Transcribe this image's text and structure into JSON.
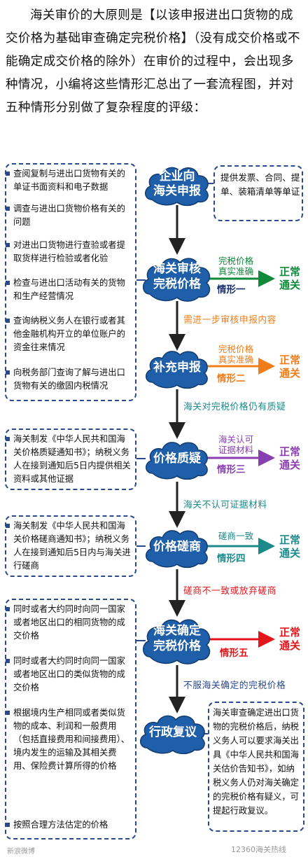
{
  "intro": {
    "part1": "海关审价的大原则是",
    "bracket": "【以该申报进出口货物的成交价格为基础审查确定完税价格】",
    "part2": "（没有成交价格或不能确定成交价格的除外）在审价的过程中，会出现多种情况，小编将这些情形汇总出了一套流程图，并对五种情形分别做了复杂程度的评级："
  },
  "nodes": {
    "n1": "企业向海关申报",
    "n2": "海关审核完税价格",
    "n3": "补充申报",
    "n4": "价格质疑",
    "n5": "价格磋商",
    "n6": "海关确定完税价格",
    "n7": "行政复议"
  },
  "node_lines": {
    "n1": [
      "企业向",
      "海关申报"
    ],
    "n2": [
      "海关审核",
      "完税价格"
    ],
    "n3": [
      "补充申报"
    ],
    "n4": [
      "价格质疑"
    ],
    "n5": [
      "价格磋商"
    ],
    "n6": [
      "海关确定",
      "完税价格"
    ],
    "n7": [
      "行政复议"
    ]
  },
  "left_box_1": [
    "查阅复制与进出口货物有关的单证书面资料和电子数据",
    "调查与进出口货物价格有关的问题",
    "对进出口货物进行查验或者提取货样进行检验或者化验",
    "检查与进出口活动有关的货物和生产经营情况",
    "查询纳税义务人在银行或者其他金融机构开立的单位账户的资金往来情况",
    "向税务部门查询了解与进出口货物有关的缴固内税情况"
  ],
  "left_box_2": "海关制发《中华人民共和国海关价格质疑通知书》；纳税义务人在接到通知后5日内提供相关资料或其他证据",
  "left_box_3": "海关制发《中华人民共和国海关价格磋商通知书》；纳税义务人在接到通知后5日内与海关进行磋商",
  "left_box_4": [
    "同时或者大约同时向同一国家或者地区出口的相同货物的成交价格",
    "同时或者大约同时向同一国家或者地区出口的类似货物的成交价格",
    "根据境内生产相同或者类似货物的成本、利润和一般费用（包括直接费用和间接费用）、境内发生的运输及其相关费用、保险费计算所得的价格",
    "按照合理方法估定的价格"
  ],
  "right_box_1": "提供发票、合同、提单、装箱清单等单证",
  "right_box_2": "海关审查确定进出口货物的完税价格后，纳税义务人可以要求海关出具《中华人民共和国海关估价告知书》，如纳税义务人仍对海关确定的完税价格有疑义，可提起行政复议。",
  "cases": [
    {
      "cond": [
        "完税价格",
        "真实准确"
      ],
      "label": "情形一",
      "outcome": [
        "正常",
        "通关"
      ],
      "color": "#0f8a3a"
    },
    {
      "cond": [
        "完税价格",
        "真实准确"
      ],
      "label": "情形二",
      "outcome": [
        "正常",
        "通关"
      ],
      "color": "#f07d1a"
    },
    {
      "cond": [
        "海关认可",
        "证据材料"
      ],
      "label": "情形三",
      "outcome": [
        "正常",
        "通关"
      ],
      "color": "#8a3fb0"
    },
    {
      "cond": [
        "磋商一致"
      ],
      "label": "情形四",
      "outcome": [
        "正常",
        "通关"
      ],
      "color": "#1c8a8a"
    },
    {
      "cond": [],
      "label": "情形五",
      "outcome": [
        "正常",
        "通关"
      ],
      "color": "#e2151b"
    }
  ],
  "transitions": {
    "t1": "需进一步审核申报内容",
    "t2": "海关对完税价格仍有质疑",
    "t3": "海关不认可证据材料",
    "t4": "磋商不一致或放弃磋商",
    "t5": "不服海关确定的完税价格"
  },
  "watermarks": {
    "bottom_left": "新浪微博",
    "bottom_right": "12360海关热线"
  },
  "colors": {
    "node_fill": "#1f5ea8",
    "dashed_border": "#2a4a8f",
    "arrow": "#222222",
    "t1": "#f07d1a",
    "t2": "#1c8a8a",
    "t3": "#1c8a8a",
    "t4": "#e2151b",
    "t5": "#2a4a8f"
  }
}
